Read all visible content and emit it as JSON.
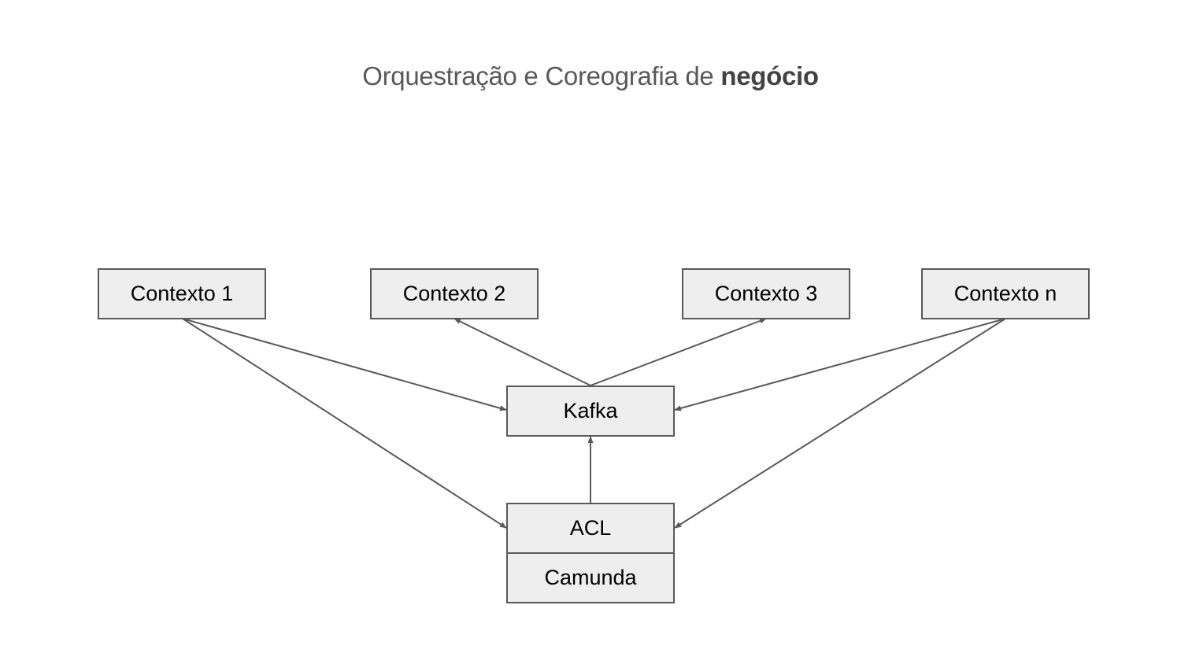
{
  "title": {
    "regular": "Orquestração e Coreografia de ",
    "bold": "negócio"
  },
  "nodes": {
    "ctx1": "Contexto 1",
    "ctx2": "Contexto 2",
    "ctx3": "Contexto 3",
    "ctxn": "Contexto n",
    "kafka": "Kafka",
    "acl": "ACL",
    "camunda": "Camunda"
  },
  "colors": {
    "box_fill": "#eeeeee",
    "stroke": "#595959",
    "title_text": "#595959"
  }
}
